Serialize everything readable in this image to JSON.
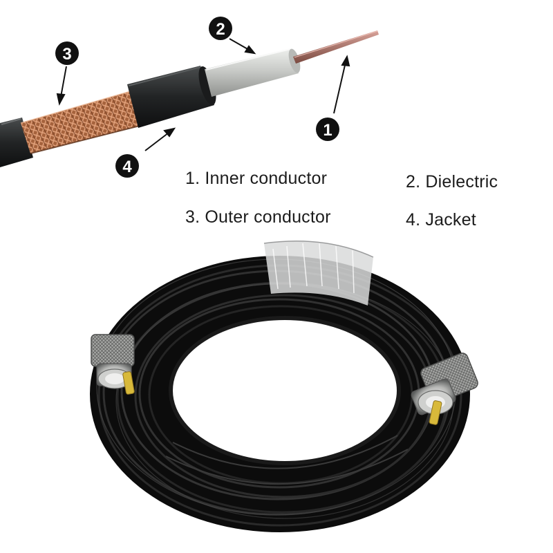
{
  "callouts": [
    {
      "number": "1"
    },
    {
      "number": "2"
    },
    {
      "number": "3"
    },
    {
      "number": "4"
    }
  ],
  "legend": [
    {
      "text": "1. Inner conductor"
    },
    {
      "text": "2. Dielectric"
    },
    {
      "text": "3. Outer conductor"
    },
    {
      "text": "4. Jacket"
    }
  ],
  "colors": {
    "callout_badge": "#111111",
    "jacket": "#1d1f20",
    "braid": "#a9653f",
    "dielectric": "#c7c9c6",
    "inner_conductor": "#a66a5e",
    "cable_coil": "#141414",
    "connector_pin": "#d8b93a"
  }
}
